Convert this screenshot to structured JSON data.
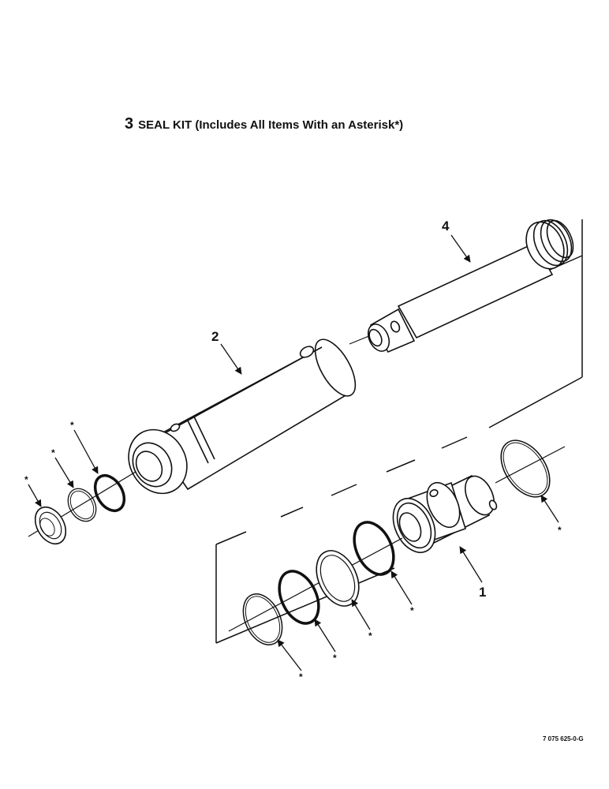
{
  "title": {
    "item_number": "3",
    "text": "SEAL KIT (Includes All Items With an Asterisk*)"
  },
  "callouts": {
    "item1": "1",
    "item2": "2",
    "item4": "4"
  },
  "asterisk": "*",
  "drawing_number": "7 075 625-0-G"
}
